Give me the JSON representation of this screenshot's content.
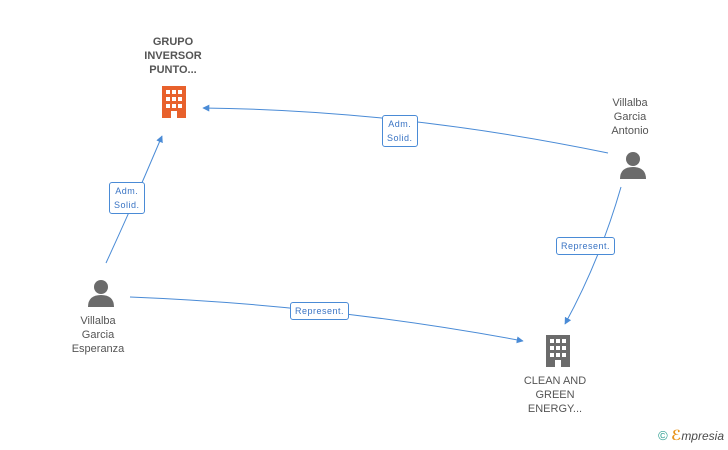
{
  "nodes": {
    "grupo": {
      "label": "GRUPO\nINVERSOR\nPUNTO...",
      "icon": "building-icon",
      "color": "#e8612c"
    },
    "antonio": {
      "label": "Villalba\nGarcia\nAntonio",
      "icon": "person-icon",
      "color": "#6b6b6b"
    },
    "esperanza": {
      "label": "Villalba\nGarcia\nEsperanza",
      "icon": "person-icon",
      "color": "#6b6b6b"
    },
    "clean": {
      "label": "CLEAN AND\nGREEN\nENERGY...",
      "icon": "building-icon",
      "color": "#6b6b6b"
    }
  },
  "edges": [
    {
      "from": "antonio",
      "to": "grupo",
      "label": "Adm.\nSolid."
    },
    {
      "from": "esperanza",
      "to": "grupo",
      "label": "Adm.\nSolid."
    },
    {
      "from": "antonio",
      "to": "clean",
      "label": "Represent."
    },
    {
      "from": "esperanza",
      "to": "clean",
      "label": "Represent."
    }
  ],
  "edge_color": "#4a8bd6",
  "brand": {
    "copyright": "©",
    "e": "ℰ",
    "rest": "mpresia"
  }
}
